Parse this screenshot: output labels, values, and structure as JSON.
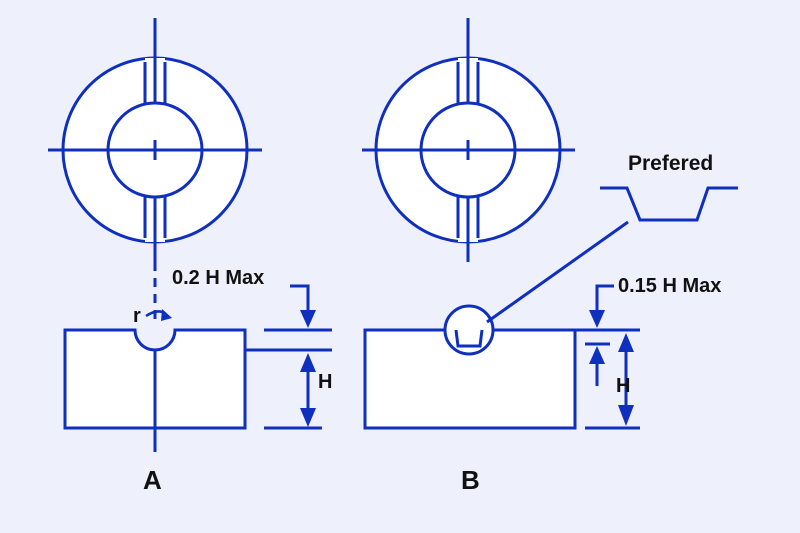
{
  "labels": {
    "view_a": "A",
    "view_b": "B",
    "a_depth": "0.2 H Max",
    "b_depth": "0.15 H Max",
    "height_a": "H",
    "height_b": "H",
    "radius": "r",
    "preferred": "Prefered"
  },
  "colors": {
    "line": "#0f2fbf",
    "background": "#eef1fb",
    "text": "#111111"
  }
}
